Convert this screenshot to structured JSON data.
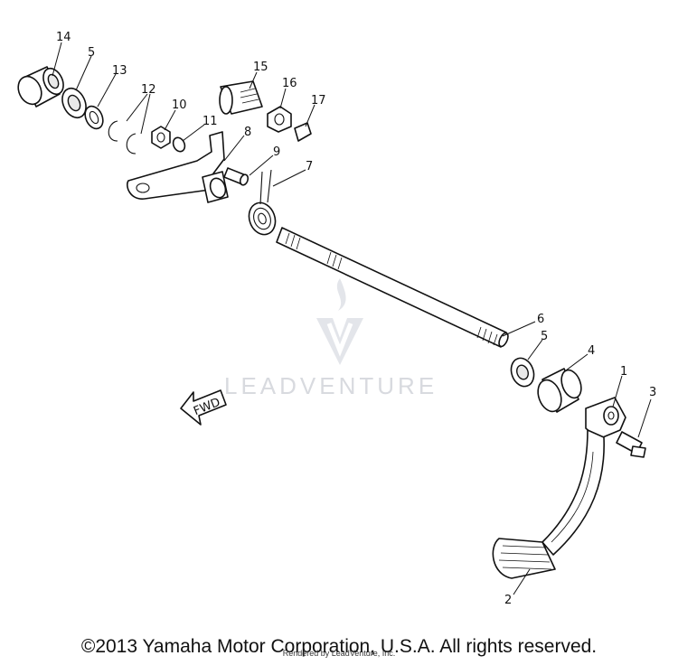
{
  "diagram": {
    "labels": {
      "p1": "1",
      "p2": "2",
      "p3": "3",
      "p4": "4",
      "p5a": "5",
      "p5b": "5",
      "p6": "6",
      "p7": "7",
      "p8": "8",
      "p9": "9",
      "p10": "10",
      "p11": "11",
      "p12": "12",
      "p13": "13",
      "p14": "14",
      "p15": "15",
      "p16": "16",
      "p17": "17"
    },
    "fwd_arrow": "FWD"
  },
  "watermark": {
    "text": "LEADVENTURE"
  },
  "footer": {
    "copyright": "©2013 Yamaha Motor Corporation, U.S.A. All rights reserved.",
    "rendered_by": "Rendered by LeadVenture, Inc."
  }
}
